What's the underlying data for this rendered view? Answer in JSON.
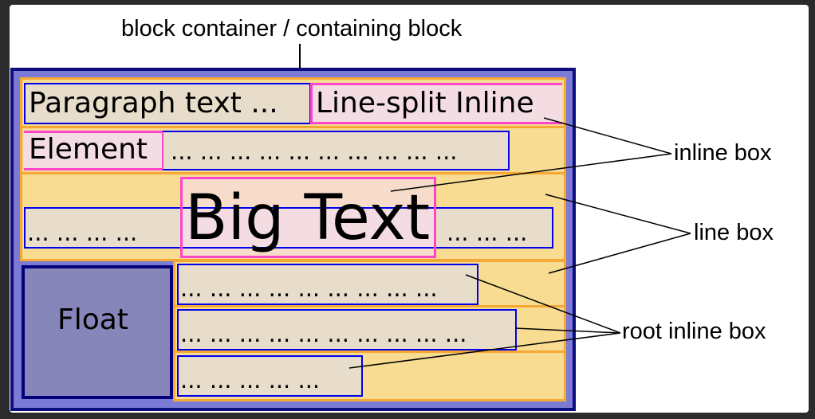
{
  "labels": {
    "block_container": "block container / containing block",
    "inline_box": "inline box",
    "line_box": "line box",
    "root_inline_box": "root inline box"
  },
  "content": {
    "paragraph_text": "Paragraph text ...",
    "line_split_inline": "Line-split Inline",
    "element": "Element",
    "dots_line2": "... ... ... ... ... ... ... ... ... ...",
    "dots_line3_left": "... ... ... ...",
    "big_text": "Big Text",
    "dots_line3_right": "... ... ...",
    "float": "Float",
    "dots_line4": "... ... ... ... ... ... ... ... ...",
    "dots_line5": "... ... ... ... ... ... ... ... ... ...",
    "dots_line6": "... ... ... ... ..."
  },
  "colors": {
    "block_fill": "#7b7bd6",
    "block_border": "#0d0d80",
    "line_box_fill": "#f8dc91",
    "line_box_border": "#f5a833",
    "inline_fill": "#e8dccb",
    "inline_border_blue": "#0000ee",
    "inline_border_pink": "#ff44cc",
    "pink_fill": "#f3dde3",
    "big_text_fill": "#f8dccb",
    "float_fill": "#8686bb",
    "float_border": "#00007a"
  }
}
